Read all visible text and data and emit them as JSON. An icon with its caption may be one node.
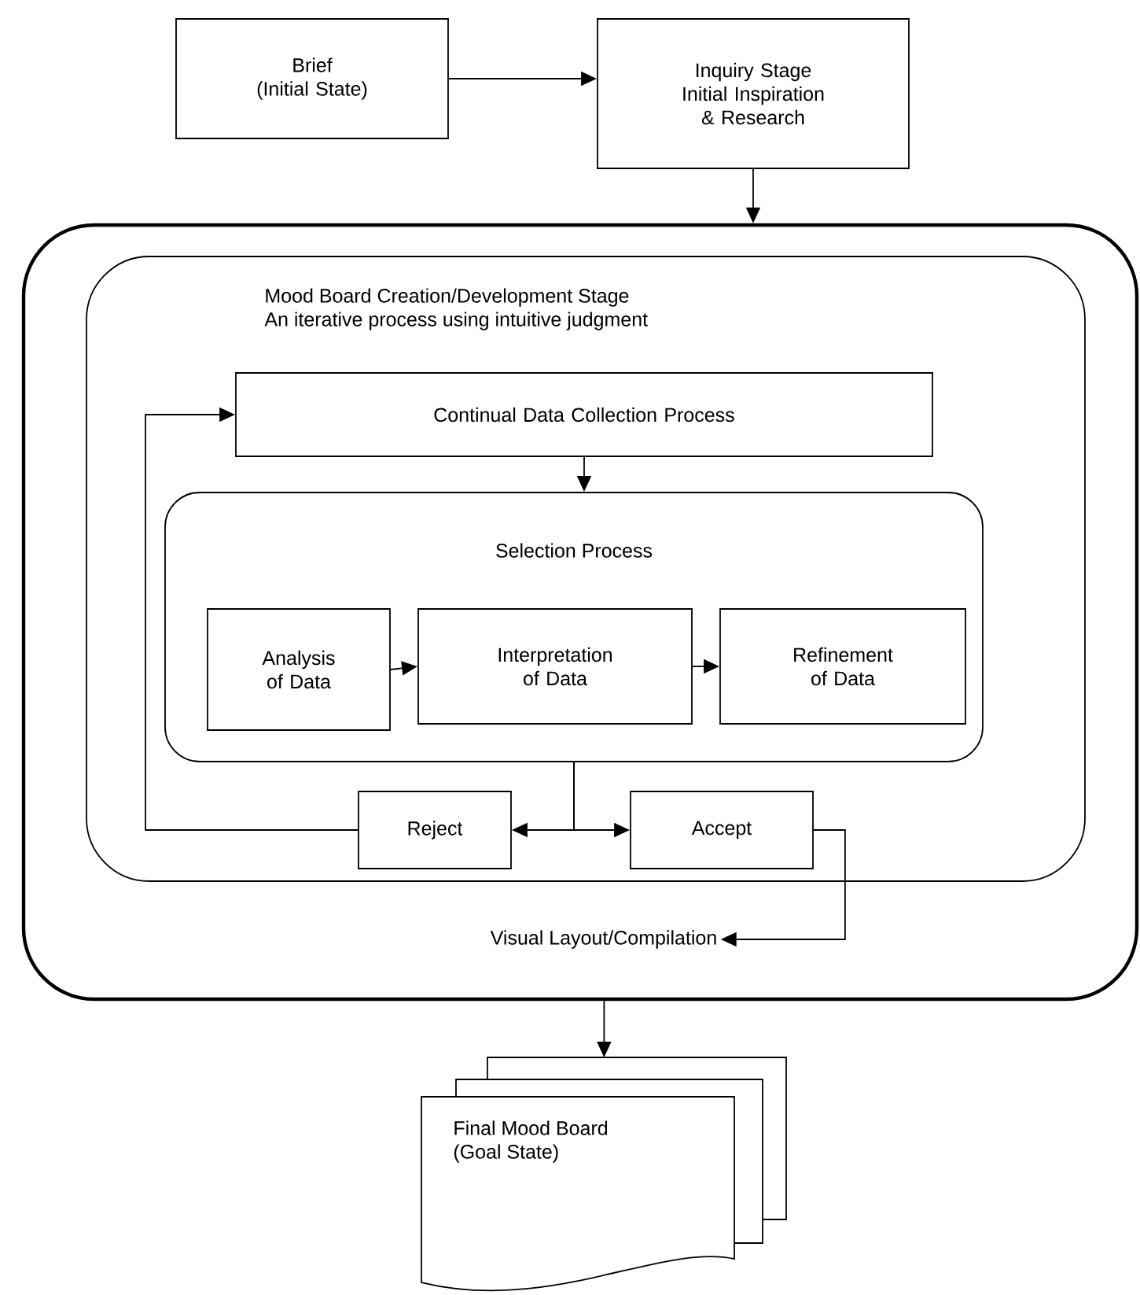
{
  "diagram": {
    "nodes": [
      {
        "text": [
          "Brief",
          "(Initial State)"
        ]
      },
      {
        "text": [
          "Inquiry Stage",
          "Initial Inspiration & Research"
        ]
      },
      {
        "text": [],
        "shape": "box"
      },
      {
        "text": [
          "Mood Board Creation/Development Stage",
          "An iterative process using intuitive judgment"
        ],
        "in": 2
      },
      {
        "text": [
          "Continual Data Collection Process"
        ],
        "in": 3
      },
      {
        "text": [
          "Selection Process"
        ],
        "in": 3
      },
      {
        "text": [
          "Analysis of Data"
        ],
        "in": 5
      },
      {
        "text": [
          "Interpretation of Data"
        ],
        "in": 5
      },
      {
        "text": [
          "Refinement of Data"
        ],
        "in": 5
      },
      {
        "text": [
          "Reject"
        ],
        "in": 3
      },
      {
        "text": [
          "Accept"
        ],
        "in": 3
      },
      {
        "text": [
          "Visual Layout/Compilation"
        ],
        "in": 2
      },
      {
        "text": [
          "Final Mood Board",
          "(Goal State)"
        ]
      }
    ],
    "edges": [
      {
        "from": 0,
        "to": 1,
        "arrow": "to"
      },
      {
        "from": 1,
        "to": 2,
        "arrow": "to"
      },
      {
        "from": 4,
        "to": 5,
        "arrow": "to"
      },
      {
        "from": 6,
        "to": 7,
        "arrow": "to"
      },
      {
        "from": 7,
        "to": 8,
        "arrow": "to"
      },
      {
        "from": 5,
        "to": 9,
        "arrow": "to"
      },
      {
        "from": 5,
        "to": 10,
        "arrow": "to"
      },
      {
        "from": 9,
        "to": 4,
        "arrow": "to"
      },
      {
        "from": 10,
        "to": 11,
        "arrow": "to"
      },
      {
        "from": 2,
        "to": 12,
        "arrow": "to"
      }
    ]
  }
}
